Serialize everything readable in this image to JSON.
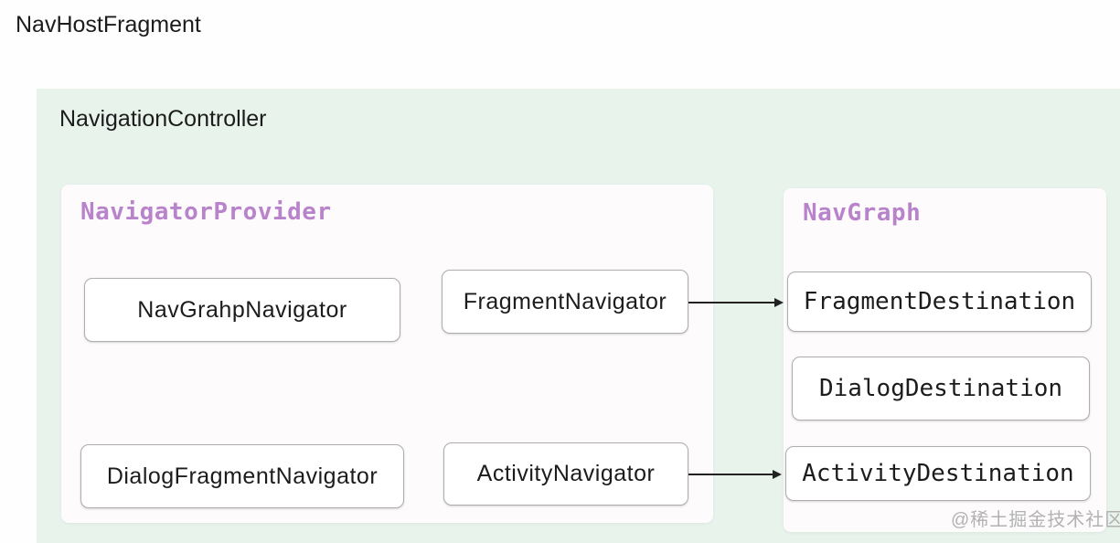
{
  "page": {
    "title": "NavHostFragment",
    "watermark": "@稀土掘金技术社区"
  },
  "controller": {
    "label": "NavigationController"
  },
  "provider": {
    "title": "NavigatorProvider",
    "boxes": [
      {
        "label": "NavGrahpNavigator"
      },
      {
        "label": "FragmentNavigator"
      },
      {
        "label": "DialogFragmentNavigator"
      },
      {
        "label": "ActivityNavigator"
      }
    ]
  },
  "navgraph": {
    "title": "NavGraph",
    "boxes": [
      {
        "label": "FragmentDestination"
      },
      {
        "label": "DialogDestination"
      },
      {
        "label": "ActivityDestination"
      }
    ]
  },
  "arrows": [
    {
      "from": "FragmentNavigator",
      "to": "FragmentDestination"
    },
    {
      "from": "ActivityNavigator",
      "to": "ActivityDestination"
    }
  ],
  "colors": {
    "purple_accent": "#b983cc",
    "mint_panel": "#e8f3ec",
    "inner_panel": "#fdfbfc",
    "box_border": "#aeaeae",
    "text": "#1c1c1c",
    "watermark": "#b2b2b2",
    "arrow": "#222222"
  }
}
